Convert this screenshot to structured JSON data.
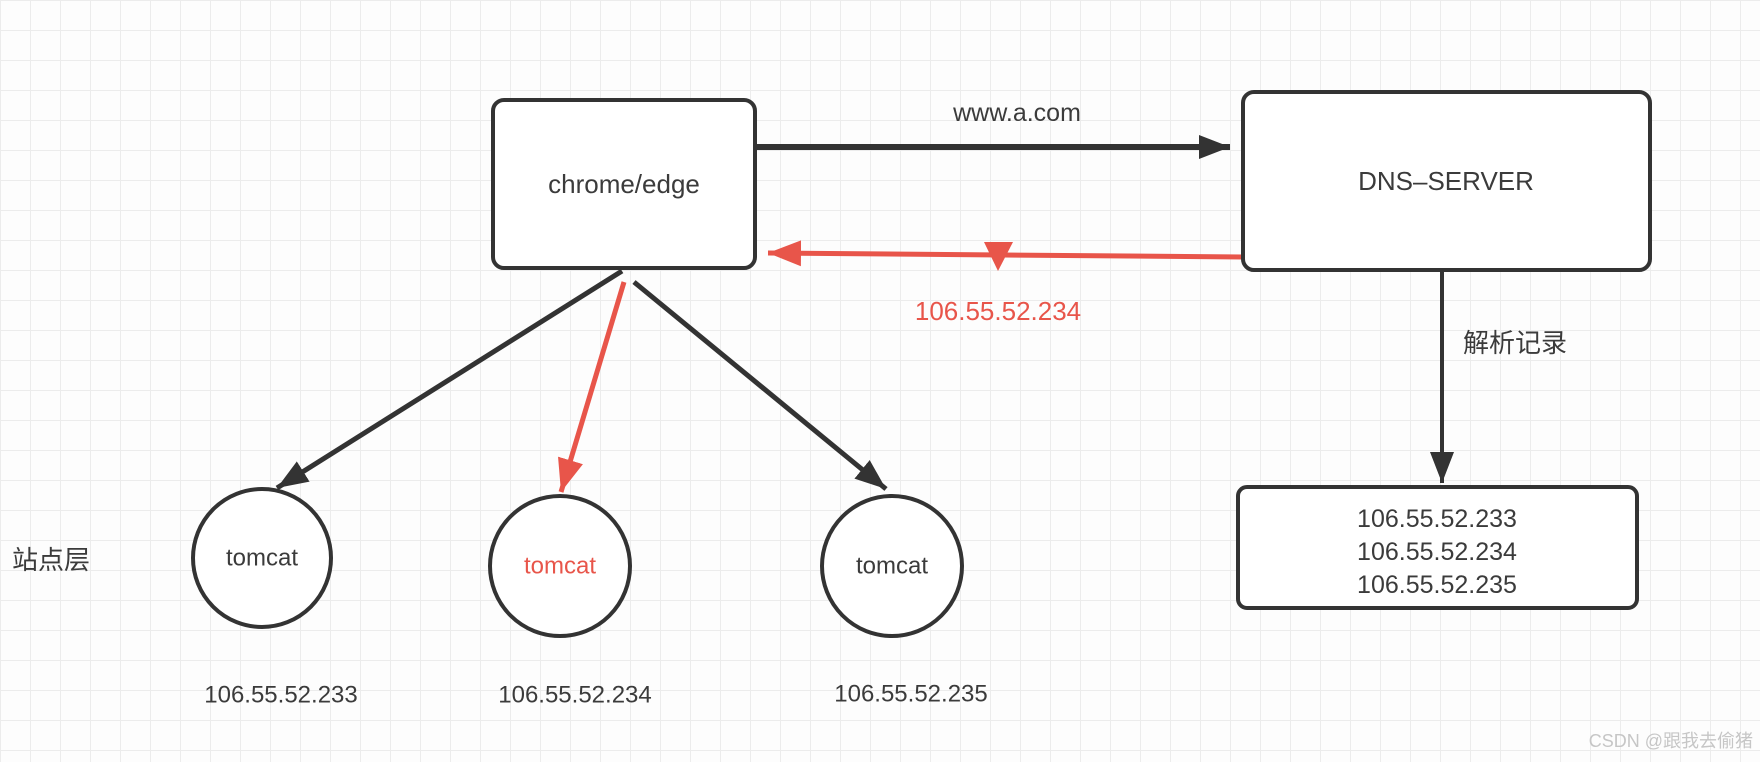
{
  "diagram": {
    "title_hint": "DNS load balancing diagram",
    "nodes": {
      "browser": {
        "label": "chrome/edge"
      },
      "dns_server": {
        "label": "DNS–SERVER"
      },
      "records_box": {
        "lines": [
          "106.55.52.233",
          "106.55.52.234",
          "106.55.52.235"
        ]
      },
      "tomcat1": {
        "label": "tomcat",
        "ip_label": "106.55.52.233"
      },
      "tomcat2": {
        "label": "tomcat",
        "ip_label": "106.55.52.234"
      },
      "tomcat3": {
        "label": "tomcat",
        "ip_label": "106.55.52.235"
      }
    },
    "edges": {
      "request": {
        "label": "www.a.com"
      },
      "response": {
        "label": "106.55.52.234"
      },
      "resolve": {
        "label": "解析记录"
      }
    },
    "annotations": {
      "layer_label": "站点层",
      "watermark": "CSDN @跟我去偷猪"
    },
    "colors": {
      "stroke_dark": "#333333",
      "accent_red": "#e8554a",
      "text_dark": "#3b3b3b",
      "grid_line": "#ececec",
      "background": "#fdfdfd",
      "watermark": "#c6c6c6"
    }
  }
}
